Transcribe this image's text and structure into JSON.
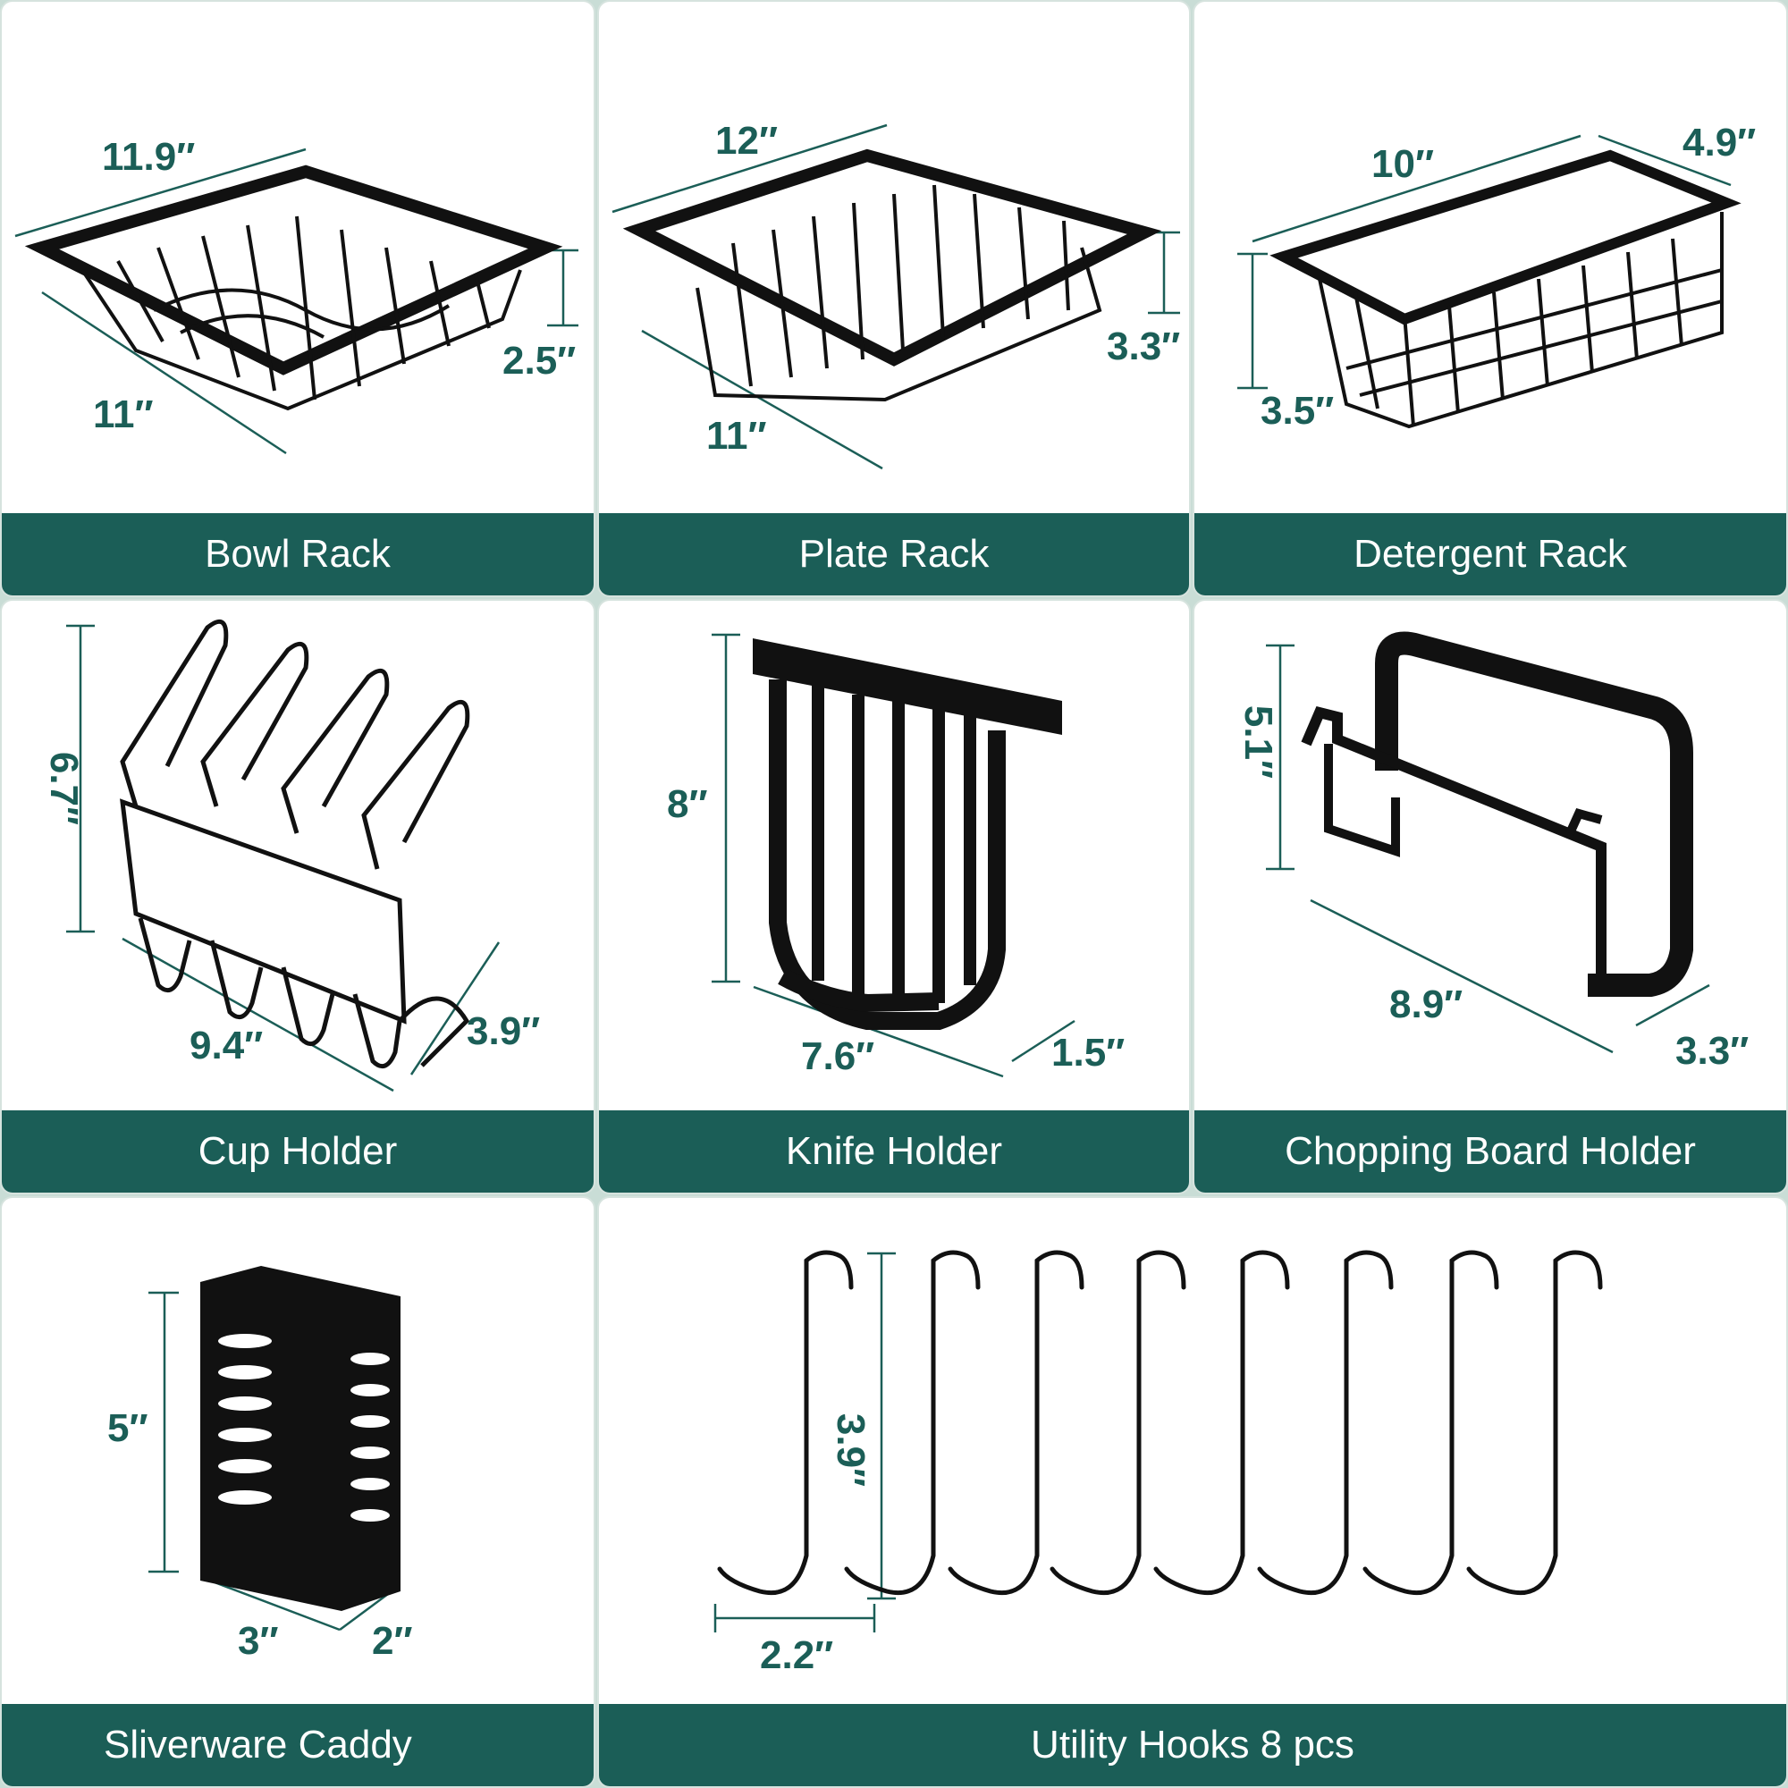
{
  "colors": {
    "accent": "#1b5e57",
    "panel_bg": "#ffffff",
    "product": "#111111"
  },
  "panels": [
    {
      "label": "Bowl Rack",
      "dims": [
        "11.9″",
        "11″",
        "2.5″"
      ]
    },
    {
      "label": "Plate Rack",
      "dims": [
        "12″",
        "11″",
        "3.3″"
      ]
    },
    {
      "label": "Detergent Rack",
      "dims": [
        "10″",
        "4.9″",
        "3.5″"
      ]
    },
    {
      "label": "Cup Holder",
      "dims": [
        "6.7″",
        "9.4″",
        "3.9″"
      ]
    },
    {
      "label": "Knife Holder",
      "dims": [
        "8″",
        "7.6″",
        "1.5″"
      ]
    },
    {
      "label": "Chopping Board Holder",
      "dims": [
        "5.1″",
        "8.9″",
        "3.3″"
      ]
    },
    {
      "label": "Sliverware Caddy",
      "dims": [
        "5″",
        "3″",
        "2″"
      ]
    },
    {
      "label": "Utility Hooks 8 pcs",
      "dims": [
        "3.9″",
        "2.2″"
      ]
    }
  ]
}
